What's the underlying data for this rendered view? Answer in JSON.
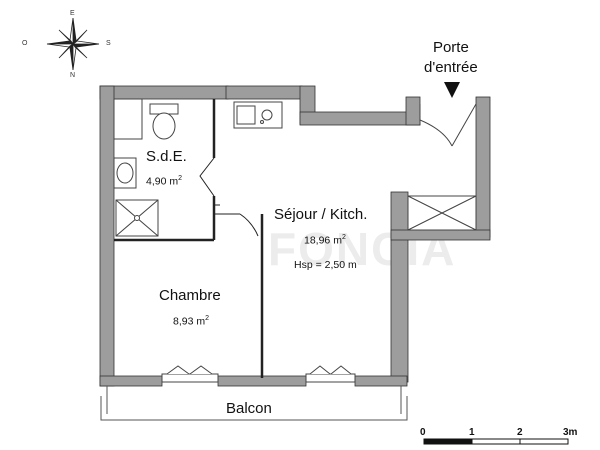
{
  "entrance": {
    "line1": "Porte",
    "line2": "d'entrée"
  },
  "compass": {
    "north": "N",
    "east": "E",
    "south": "S",
    "west": "O"
  },
  "rooms": {
    "sde": {
      "name": "S.d.E.",
      "area": "4,90 m",
      "area_unit_sup": "2"
    },
    "sejour": {
      "name": "Séjour / Kitch.",
      "area": "18,96 m",
      "area_unit_sup": "2",
      "height": "Hsp = 2,50 m"
    },
    "chambre": {
      "name": "Chambre",
      "area": "8,93 m",
      "area_unit_sup": "2"
    }
  },
  "balcony": {
    "label": "Balcon"
  },
  "watermark": "FONCIA",
  "scale": {
    "ticks": [
      "0",
      "1",
      "2",
      "3m"
    ]
  },
  "colors": {
    "wall": "#9d9d9d",
    "line": "#222222",
    "fixture": "#555555",
    "watermark": "#e8e8e8"
  }
}
